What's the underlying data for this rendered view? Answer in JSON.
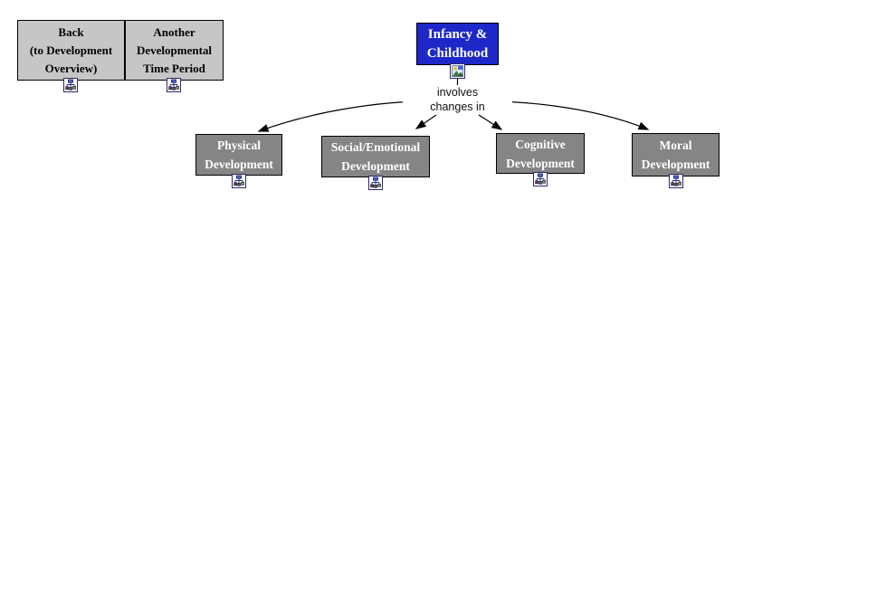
{
  "app": {
    "background_color": "#ffffff",
    "type": "concept-map"
  },
  "colors": {
    "nav_node_fill": "#c6c6c6",
    "root_node_fill": "#1e28c8",
    "concept_node_fill": "#858585",
    "node_border": "#000000",
    "root_text": "#ffffff",
    "concept_text": "#ffffff",
    "nav_text": "#000000",
    "connector": "#000000"
  },
  "nodes": {
    "back": {
      "line1": "Back",
      "line2": "(to Development",
      "line3": "Overview)"
    },
    "another": {
      "line1": "Another",
      "line2": "Developmental",
      "line3": "Time Period"
    },
    "infancy": {
      "line1": "Infancy &",
      "line2": "Childhood"
    },
    "physical": {
      "line1": "Physical",
      "line2": "Development"
    },
    "social": {
      "line1": "Social/Emotional",
      "line2": "Development"
    },
    "cognitive": {
      "line1": "Cognitive",
      "line2": "Development"
    },
    "moral": {
      "line1": "Moral",
      "line2": "Development"
    }
  },
  "link": {
    "label_line1": "involves",
    "label_line2": "changes in"
  },
  "relations": [
    {
      "from": "Infancy & Childhood",
      "label": "involves changes in",
      "to": [
        "Physical Development",
        "Social/Emotional Development",
        "Cognitive Development",
        "Moral Development"
      ]
    }
  ],
  "icons": {
    "concept_map_icon_count": 6,
    "concept_map_icon": "concept-map-icon",
    "image_icon": "image-icon"
  }
}
